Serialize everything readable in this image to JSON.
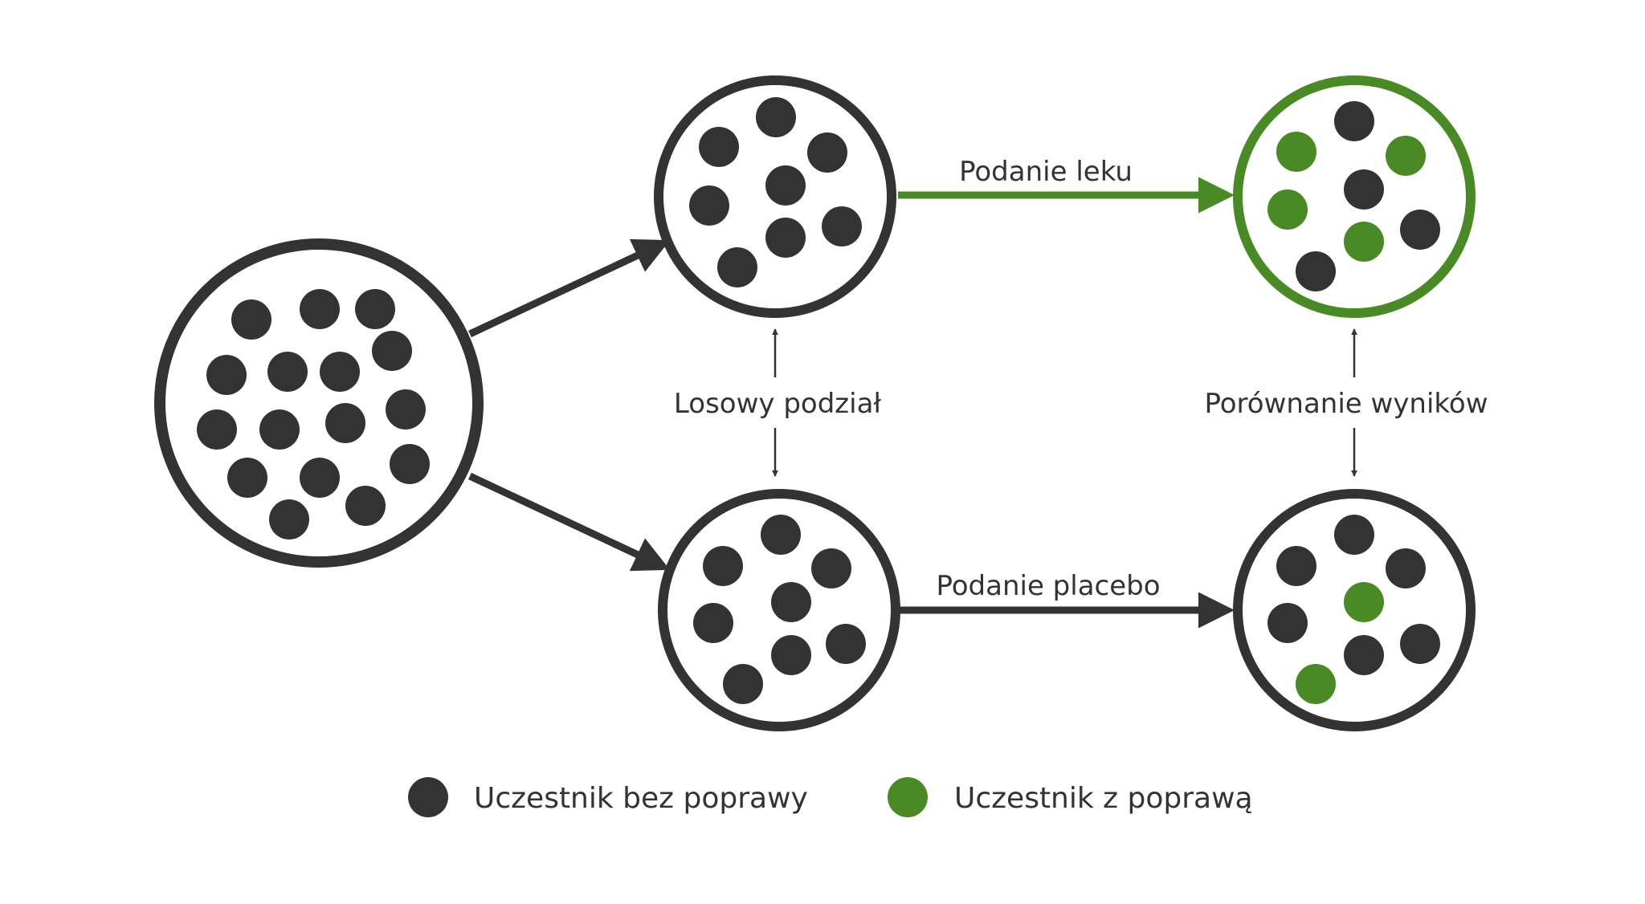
{
  "colors": {
    "dark": "#333333",
    "green": "#4a8a26",
    "background": "#ffffff"
  },
  "labels": {
    "drug": "Podanie leku",
    "placebo": "Podanie placebo",
    "randomization": "Losowy podział",
    "comparison": "Porównanie wyników"
  },
  "legend": {
    "no_improvement": "Uczestnik bez poprawy",
    "improvement": "Uczestnik z poprawą"
  },
  "groups": {
    "population": {
      "participants": 16,
      "improved": 0
    },
    "drug_before": {
      "participants": 8,
      "improved": 0
    },
    "placebo_before": {
      "participants": 8,
      "improved": 0
    },
    "drug_after": {
      "participants": 8,
      "improved": 4
    },
    "placebo_after": {
      "participants": 8,
      "improved": 2
    }
  }
}
